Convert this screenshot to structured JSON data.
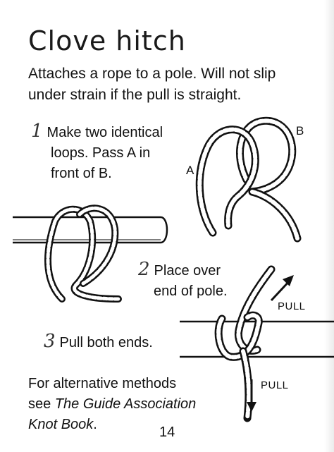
{
  "title": "Clove hitch",
  "intro": "Attaches a rope to a pole. Will not slip under strain if the pull is straight.",
  "steps": [
    {
      "number": "1",
      "lines": [
        "Make two identical",
        "loops. Pass A in",
        "front of B."
      ]
    },
    {
      "number": "2",
      "lines": [
        "Place over",
        "end of pole."
      ]
    },
    {
      "number": "3",
      "lines": [
        "Pull both ends."
      ]
    }
  ],
  "labels": {
    "loop_a": "A",
    "loop_b": "B"
  },
  "pull_labels": {
    "top": "PULL",
    "bottom": "PULL"
  },
  "alternative": {
    "lines": [
      "For alternative methods"
    ],
    "prefix": "see ",
    "book_line1": "The Guide Association",
    "book_line2": "Knot Book",
    "suffix": "."
  },
  "page_number": "14",
  "colors": {
    "ink": "#111111",
    "rope_fill": "#ffffff",
    "pole_shadow": "#555555"
  }
}
